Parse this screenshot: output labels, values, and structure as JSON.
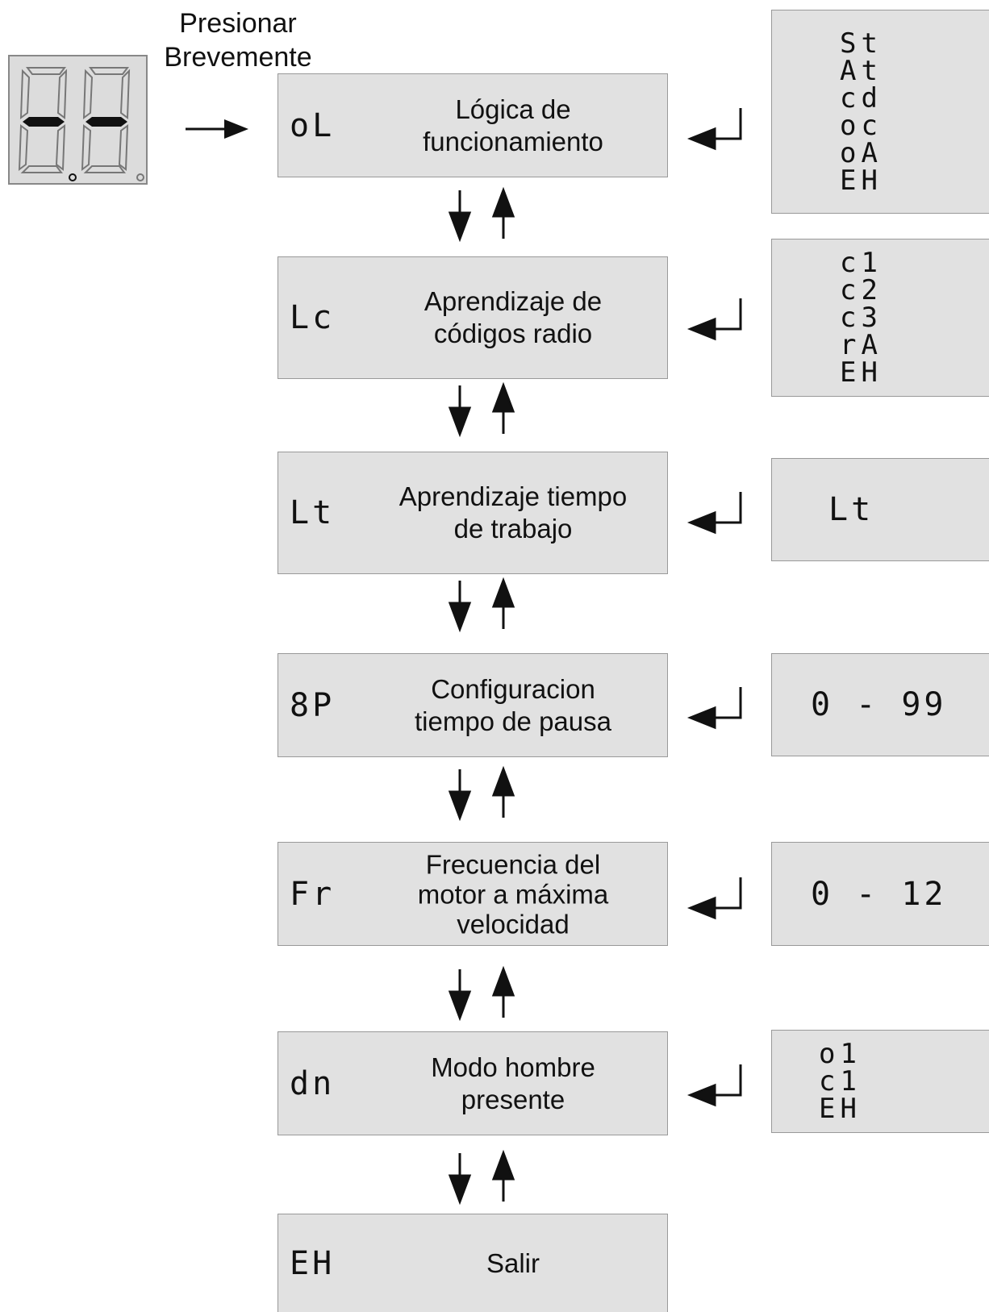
{
  "press_label": "Presionar\nBrevemente",
  "display_readout": "--",
  "menu": [
    {
      "code": "oL",
      "description": "Lógica de\nfuncionamiento",
      "options": [
        "St",
        "At",
        "cd",
        "oc",
        "oA",
        "EH"
      ]
    },
    {
      "code": "Lc",
      "description": "Aprendizaje de\ncódigos radio",
      "options": [
        "c1",
        "c2",
        "c3",
        "rA",
        "EH"
      ]
    },
    {
      "code": "Lt",
      "description": "Aprendizaje tiempo\nde trabajo",
      "options": [
        "Lt"
      ]
    },
    {
      "code": "8P",
      "description": "Configuracion\ntiempo de pausa",
      "range": "0 - 99"
    },
    {
      "code": "Fr",
      "description": "Frecuencia del\nmotor a máxima\nvelocidad",
      "range": "0 - 12"
    },
    {
      "code": "dn",
      "description": "Modo hombre\npresente",
      "options": [
        "o1",
        "c1",
        "EH"
      ]
    },
    {
      "code": "EH",
      "description": "Salir"
    }
  ]
}
